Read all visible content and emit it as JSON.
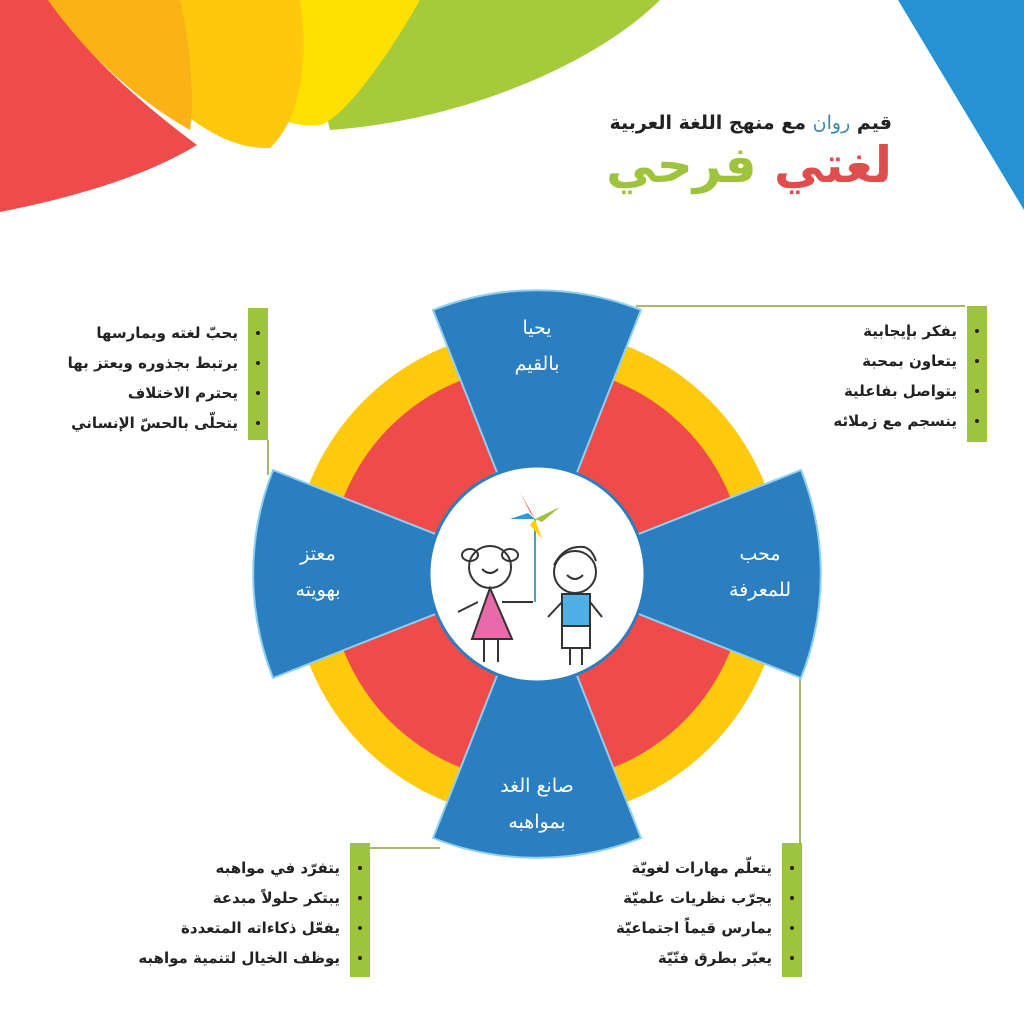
{
  "header": {
    "subtitle_pre": "قيم",
    "subtitle_brand": "روان",
    "subtitle_post": "مع منهج اللغة العربية",
    "title_word1": "لغتي",
    "title_word2": "فرحي"
  },
  "colors": {
    "red": "#ef4b4b",
    "orange": "#fbb216",
    "gold": "#ffc90e",
    "yellow": "#ffe200",
    "green": "#9ec33c",
    "blue": "#2b7fc0",
    "light_blue": "#2592d3",
    "accent_blue_text": "#3f86b6"
  },
  "wheel": {
    "center_image": "children-with-pinwheel-illustration",
    "sectors": [
      {
        "id": "top",
        "line1": "يحيا",
        "line2": "بالقيم"
      },
      {
        "id": "right",
        "line1": "محب",
        "line2": "للمعرفة"
      },
      {
        "id": "bottom",
        "line1": "صانع الغد",
        "line2": "بمواهبه"
      },
      {
        "id": "left",
        "line1": "معتز",
        "line2": "بهويته"
      }
    ]
  },
  "lists": {
    "top_left": {
      "items": [
        "يحبّ لغته ويمارسها",
        "يرتبط بجذوره ويعتز بها",
        "يحترم الاختلاف",
        "يتحلّى بالحسّ الإنساني"
      ]
    },
    "top_right": {
      "items": [
        "يفكر بإيجابية",
        "يتعاون بمحبة",
        "يتواصل بفاعلية",
        "ينسجم مع زملائه"
      ]
    },
    "bottom_left": {
      "items": [
        "يتفرّد في مواهبه",
        "يبتكر حلولاً مبدعة",
        "يفعّل ذكاءاته المتعددة",
        "يوظف الخيال لتنمية مواهبه"
      ]
    },
    "bottom_right": {
      "items": [
        "يتعلّم مهارات لغويّة",
        "يجرّب نظريات علميّة",
        "يمارس قيماً اجتماعيّة",
        "يعبّر بطرق فنّيّة"
      ]
    }
  }
}
